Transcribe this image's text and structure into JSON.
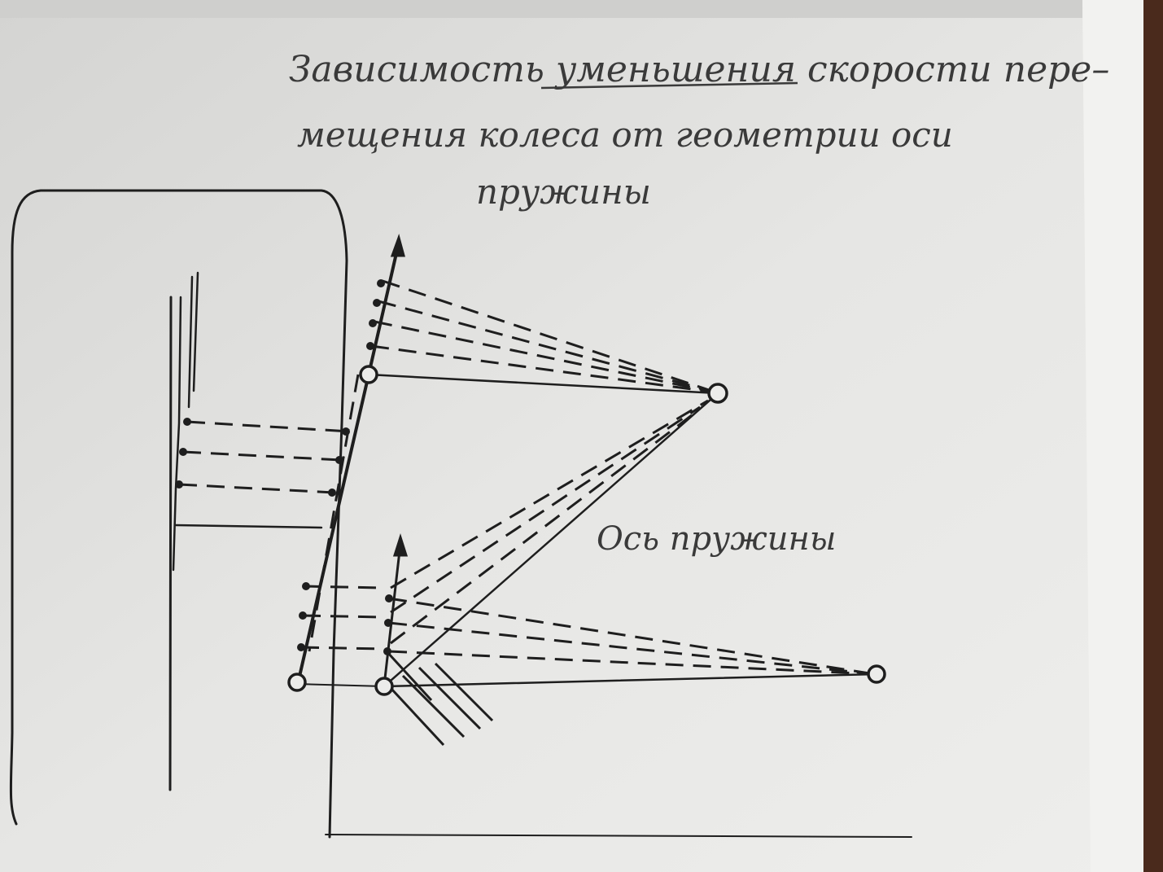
{
  "title": {
    "line1_prefix": "Зависимость ",
    "line1_underlined": "уменьшения",
    "line1_suffix": " скорости пере–",
    "line2": "мещения колеса от геометрии оси",
    "line3": "пружины"
  },
  "labels": {
    "spring_axis": "Ось пружины"
  },
  "colors": {
    "paper": "#e9e9e7",
    "ink": "#1e1e1e",
    "table_edge": "#4a2a1c"
  }
}
